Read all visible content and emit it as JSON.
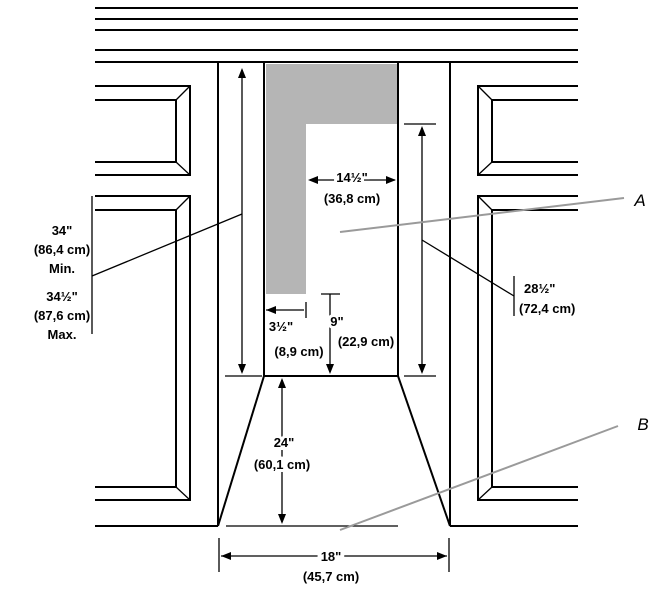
{
  "dimensions": {
    "height_min_in": "34\"",
    "height_min_cm": "(86,4 cm)",
    "min_word": "Min.",
    "height_max_in": "34½\"",
    "height_max_cm": "(87,6 cm)",
    "max_word": "Max.",
    "width_top_in": "14½\"",
    "width_top_cm": "(36,8 cm)",
    "side_height_in": "28½\"",
    "side_height_cm": "(72,4 cm)",
    "offset_in": "3½\"",
    "offset_cm": "(8,9 cm)",
    "drop_in": "9\"",
    "drop_cm": "(22,9 cm)",
    "depth_in": "24\"",
    "depth_cm": "(60,1 cm)",
    "width_in": "18\"",
    "width_cm": "(45,7 cm)"
  },
  "callouts": {
    "a": "A",
    "b": "B"
  }
}
